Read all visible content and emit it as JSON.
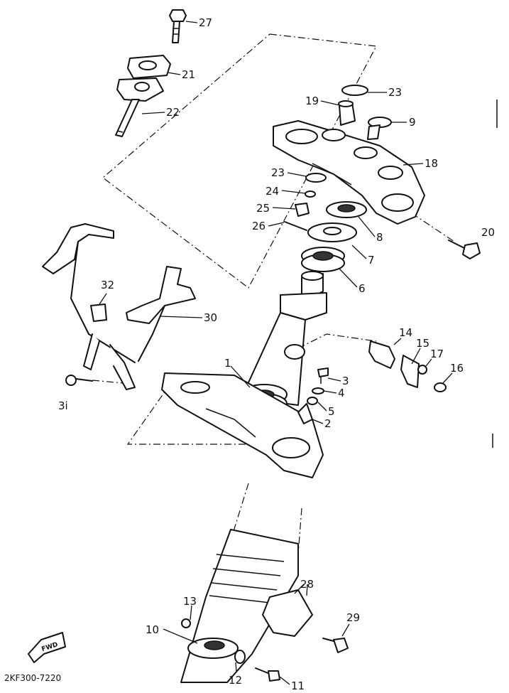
{
  "diagram": {
    "reference_code": "2KF300-7220",
    "direction_marker": "FWD",
    "callouts": [
      {
        "id": "c27",
        "label": "27"
      },
      {
        "id": "c21",
        "label": "21"
      },
      {
        "id": "c22",
        "label": "22"
      },
      {
        "id": "c23a",
        "label": "23"
      },
      {
        "id": "c19",
        "label": "19"
      },
      {
        "id": "c9",
        "label": "9"
      },
      {
        "id": "c18",
        "label": "18"
      },
      {
        "id": "c23b",
        "label": "23"
      },
      {
        "id": "c24",
        "label": "24"
      },
      {
        "id": "c25",
        "label": "25"
      },
      {
        "id": "c26",
        "label": "26"
      },
      {
        "id": "c8",
        "label": "8"
      },
      {
        "id": "c20",
        "label": "20"
      },
      {
        "id": "c7",
        "label": "7"
      },
      {
        "id": "c6",
        "label": "6"
      },
      {
        "id": "c32",
        "label": "32"
      },
      {
        "id": "c30",
        "label": "30"
      },
      {
        "id": "c14",
        "label": "14"
      },
      {
        "id": "c15",
        "label": "15"
      },
      {
        "id": "c17",
        "label": "17"
      },
      {
        "id": "c16",
        "label": "16"
      },
      {
        "id": "c1",
        "label": "1"
      },
      {
        "id": "c3",
        "label": "3"
      },
      {
        "id": "c4",
        "label": "4"
      },
      {
        "id": "c5",
        "label": "5"
      },
      {
        "id": "c2",
        "label": "2"
      },
      {
        "id": "c31",
        "label": "3i"
      },
      {
        "id": "c28",
        "label": "28"
      },
      {
        "id": "c13",
        "label": "13"
      },
      {
        "id": "c29",
        "label": "29"
      },
      {
        "id": "c10",
        "label": "10"
      },
      {
        "id": "c12",
        "label": "12"
      },
      {
        "id": "c11",
        "label": "11"
      }
    ]
  }
}
